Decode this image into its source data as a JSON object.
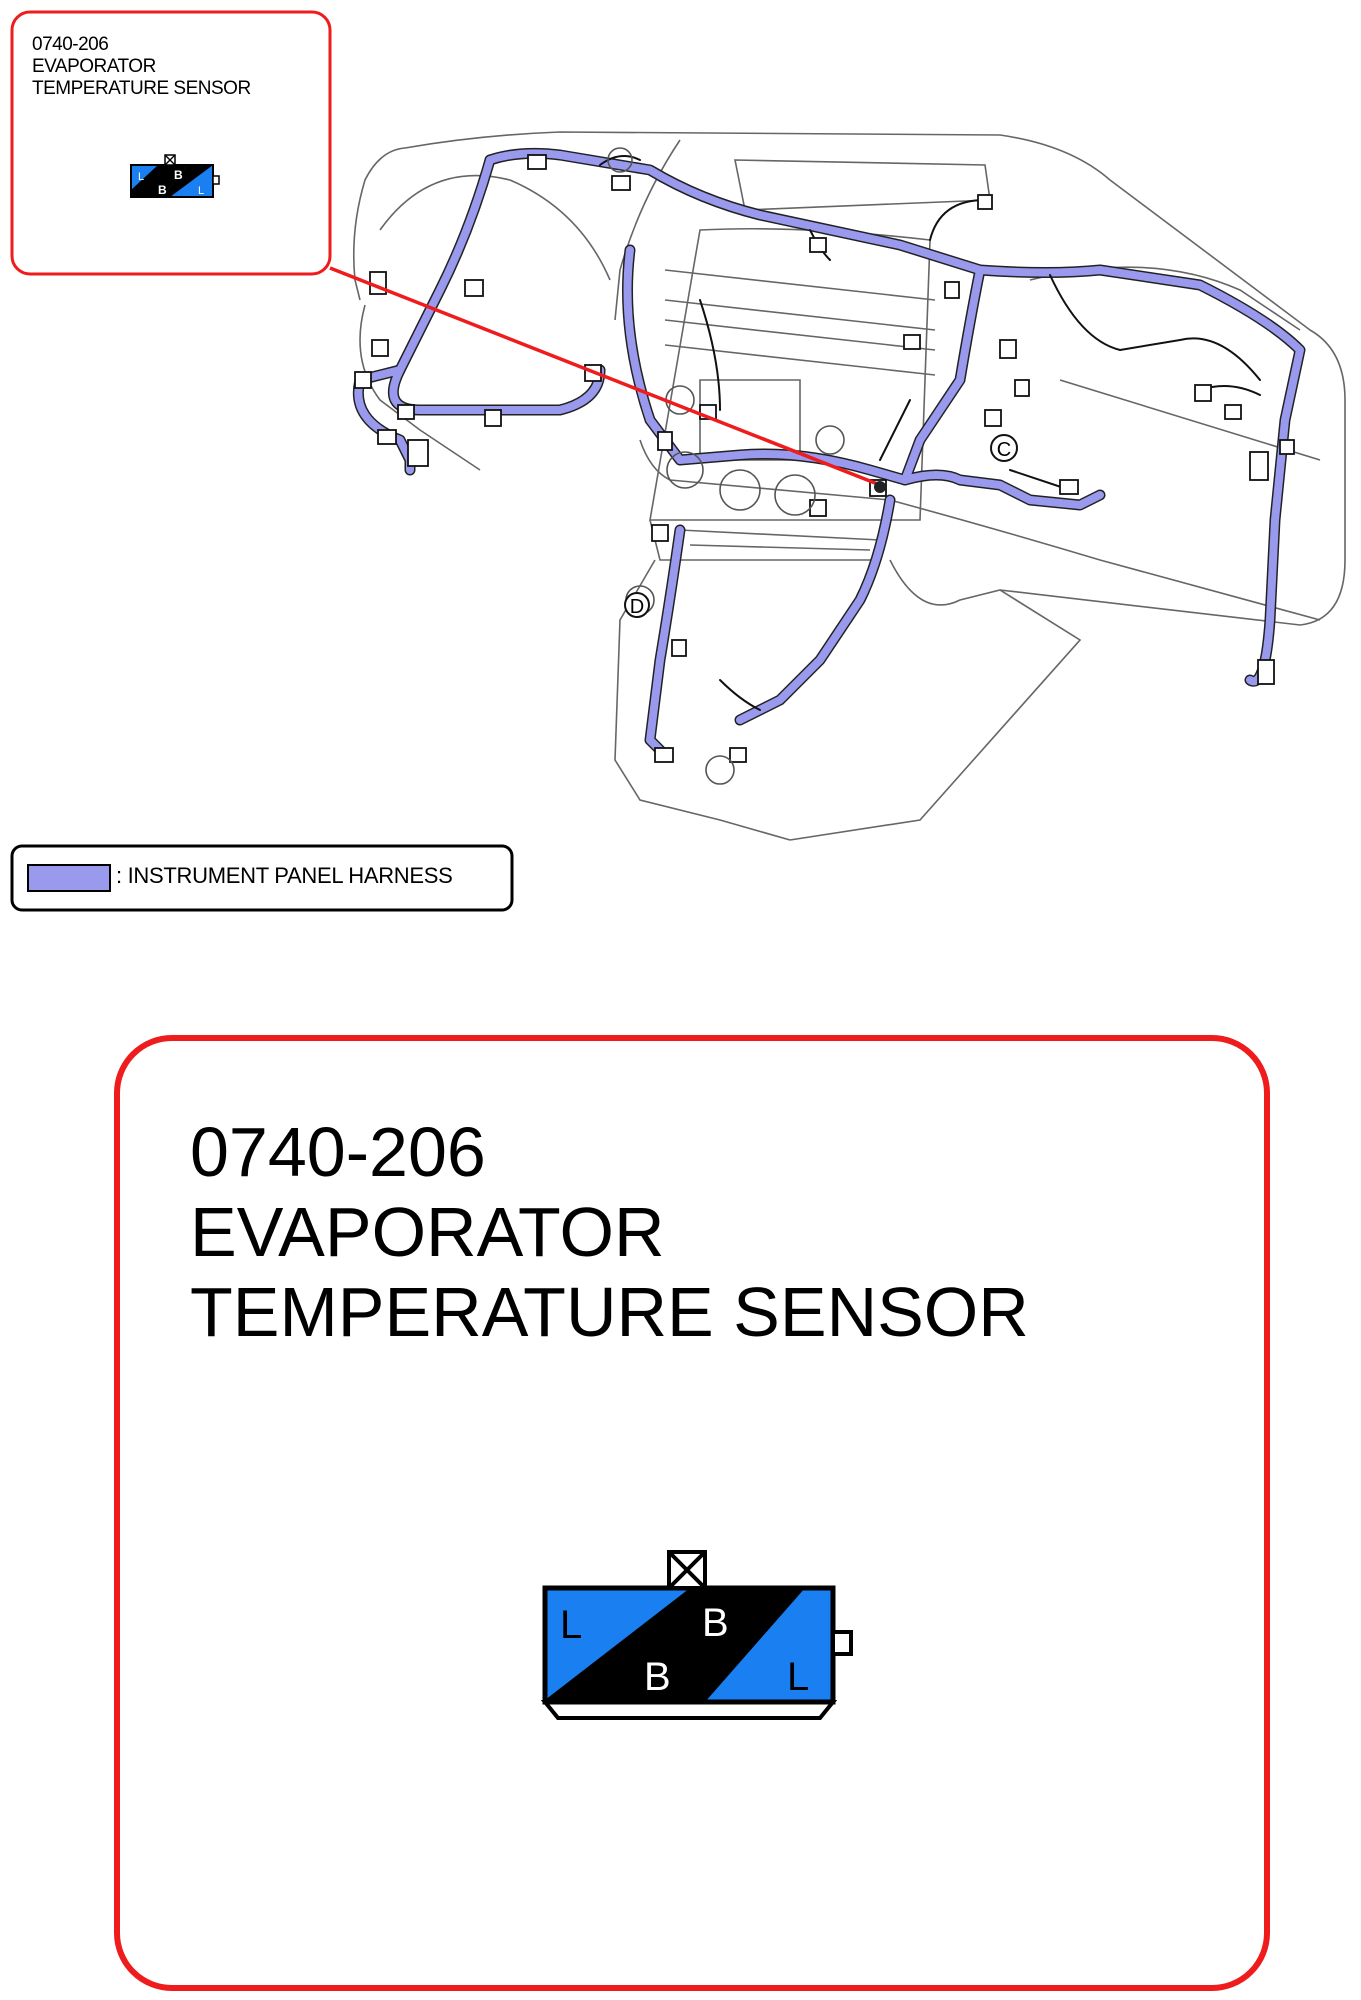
{
  "callout": {
    "code": "0740-206",
    "name_line1": "EVAPORATOR",
    "name_line2": "TEMPERATURE SENSOR"
  },
  "legend": {
    "label": ": INSTRUMENT PANEL HARNESS",
    "color": "#9999ee"
  },
  "connector": {
    "pin_left_top": "L",
    "pin_center_top": "B",
    "pin_center_bottom": "B",
    "pin_right_bottom": "L",
    "colors": {
      "blue": "#1a7ff0",
      "black": "#000000"
    }
  },
  "harness_markers": {
    "marker_c": "C",
    "marker_d": "D"
  },
  "colors": {
    "callout_border": "#ee1c1c",
    "harness": "#9999ee"
  }
}
